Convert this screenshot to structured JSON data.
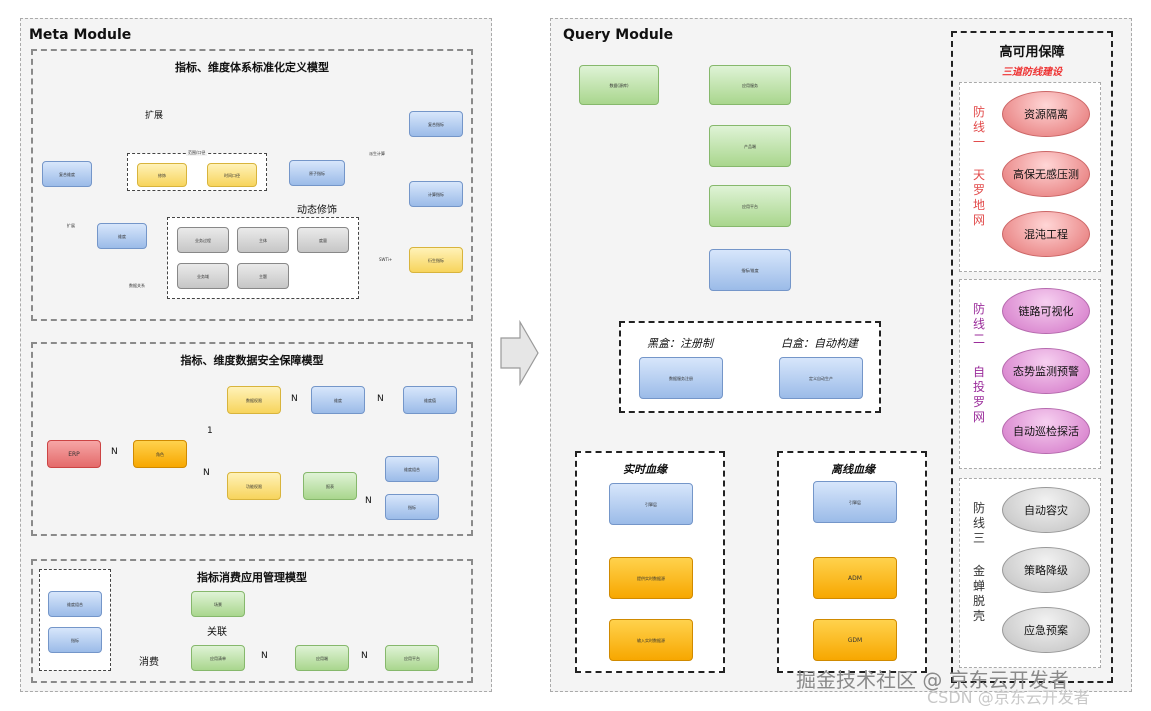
{
  "meta": {
    "title": "Meta Module",
    "sec1": {
      "title": "指标、维度体系标准化定义模型",
      "label_expand": "扩展",
      "label_dynamic": "动态修饰",
      "label_expand_small": "扩展",
      "label_link": "数据关系",
      "label_group": "范围/口径",
      "label_calc": "派生计算",
      "label_sql": "SWTi+",
      "nodes": {
        "composite_dim": "复合维度",
        "dimension": "维度",
        "filter": "修饰",
        "scope": "时间口径",
        "atomic": "原子指标",
        "composite_metric": "复合指标",
        "calc_metric": "计算指标",
        "derived_metric": "衍生指标",
        "biz_process": "业务过程",
        "entity": "主体",
        "measure": "度量",
        "biz_domain": "业务域",
        "subject": "主题"
      }
    },
    "sec2": {
      "title": "指标、维度数据安全保障模型",
      "n1": "N",
      "n2": "N",
      "n3": "N",
      "n4": "N",
      "n5": "N",
      "one": "1",
      "nodes": {
        "erp": "ERP",
        "role": "角色",
        "data_perm": "数据权限",
        "dimension": "维度",
        "dim_value": "维度值",
        "func_perm": "功能权限",
        "report": "报表",
        "dim_combo": "维度组合",
        "metric": "指标"
      }
    },
    "sec3": {
      "title": "指标消费应用管理模型",
      "label_relate": "关联",
      "label_consume": "消费",
      "n1": "N",
      "n2": "N",
      "nodes": {
        "dim_combo": "维度组合",
        "metric": "指标",
        "scene": "场景",
        "app_list": "应用清单",
        "app": "应用端",
        "app_platform": "应用平台"
      }
    }
  },
  "query": {
    "title": "Query Module",
    "nodes": {
      "data_source": "数据(源库)",
      "app_service": "应用服务",
      "product": "产品端",
      "app_platform": "应用平台",
      "metric_dim": "指标/维度",
      "black_reg": "数据服务注册",
      "white_build": "定义自动生产",
      "rt_engine": "引擎层",
      "rt_mid": "提供实时数据源",
      "rt_input": "输入实时数据源",
      "off_engine": "引擎层",
      "adm": "ADM",
      "gdm": "GDM"
    },
    "black_box": "黑盒：注册制",
    "white_box": "白盒：自动构建",
    "realtime": "实时血缘",
    "offline": "离线血缘"
  },
  "ha": {
    "title": "高可用保障",
    "subtitle": "三道防线建设",
    "lines": [
      {
        "vtext": "防线一天罗地网",
        "color": "#e24b4b",
        "items": [
          "资源隔离",
          "高保无感压测",
          "混沌工程"
        ]
      },
      {
        "vtext": "防线二自投罗网",
        "color": "#9b2d9b",
        "items": [
          "链路可视化",
          "态势监测预警",
          "自动巡检探活"
        ]
      },
      {
        "vtext": "防线三金蝉脱壳",
        "color": "#333333",
        "items": [
          "自动容灾",
          "策略降级",
          "应急预案"
        ]
      }
    ]
  },
  "watermark": {
    "main": "掘金技术社区 @ 京东云开发者",
    "csdn": "CSDN @京东云开发者"
  }
}
